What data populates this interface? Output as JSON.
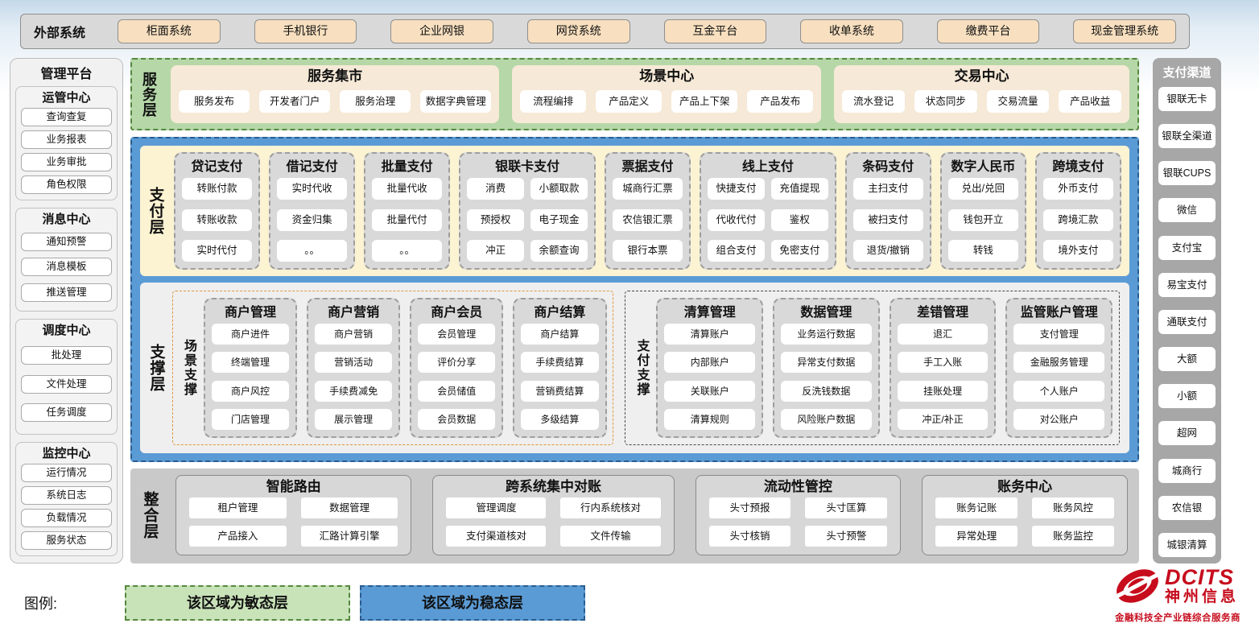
{
  "colors": {
    "agile_green": "#b6d7a8",
    "stable_blue": "#5b9bd5",
    "pay_cream": "#fcf3d2",
    "column_gray": "#d9d9d9",
    "external_tan": "#f7dfbf",
    "scene_orange_border": "#e0963e",
    "brand_red": "#c60c1d"
  },
  "top_bar": {
    "title": "外部系统",
    "items": [
      "柜面系统",
      "手机银行",
      "企业网银",
      "网贷系统",
      "互金平台",
      "收单系统",
      "缴费平台",
      "现金管理系统"
    ]
  },
  "left_sidebar": {
    "title": "管理平台",
    "sections": [
      {
        "title": "运管中心",
        "items": [
          "查询查复",
          "业务报表",
          "业务审批",
          "角色权限"
        ]
      },
      {
        "title": "消息中心",
        "items": [
          "通知预警",
          "消息模板",
          "推送管理"
        ]
      },
      {
        "title": "调度中心",
        "items": [
          "批处理",
          "文件处理",
          "任务调度"
        ]
      },
      {
        "title": "监控中心",
        "items": [
          "运行情况",
          "系统日志",
          "负载情况",
          "服务状态"
        ]
      }
    ]
  },
  "service_layer": {
    "label": "服务层",
    "groups": [
      {
        "title": "服务集市",
        "items": [
          "服务发布",
          "开发者门户",
          "服务治理",
          "数据字典管理"
        ]
      },
      {
        "title": "场景中心",
        "items": [
          "流程编排",
          "产品定义",
          "产品上下架",
          "产品发布"
        ]
      },
      {
        "title": "交易中心",
        "items": [
          "流水登记",
          "状态同步",
          "交易流量",
          "产品收益"
        ]
      }
    ]
  },
  "pay_layer": {
    "label": "支付层",
    "columns": [
      {
        "title": "贷记支付",
        "cols": 1,
        "items": [
          "转账付款",
          "转账收款",
          "实时代付"
        ]
      },
      {
        "title": "借记支付",
        "cols": 1,
        "items": [
          "实时代收",
          "资金归集",
          "。。"
        ]
      },
      {
        "title": "批量支付",
        "cols": 1,
        "items": [
          "批量代收",
          "批量代付",
          "。。"
        ]
      },
      {
        "title": "银联卡支付",
        "cols": 2,
        "items": [
          "消费",
          "小额取款",
          "预授权",
          "电子现金",
          "冲正",
          "余额查询"
        ]
      },
      {
        "title": "票据支付",
        "cols": 1,
        "items": [
          "城商行汇票",
          "农信银汇票",
          "银行本票"
        ]
      },
      {
        "title": "线上支付",
        "cols": 2,
        "items": [
          "快捷支付",
          "充值提现",
          "代收代付",
          "鉴权",
          "组合支付",
          "免密支付"
        ]
      },
      {
        "title": "条码支付",
        "cols": 1,
        "items": [
          "主扫支付",
          "被扫支付",
          "退货/撤销"
        ]
      },
      {
        "title": "数字人民币",
        "cols": 1,
        "items": [
          "兑出/兑回",
          "钱包开立",
          "转钱"
        ]
      },
      {
        "title": "跨境支付",
        "cols": 1,
        "items": [
          "外币支付",
          "跨境汇款",
          "境外支付"
        ]
      }
    ]
  },
  "support_layer": {
    "label": "支撑层",
    "groups": [
      {
        "label": "场景支撑",
        "style": "orange",
        "columns": [
          {
            "title": "商户管理",
            "items": [
              "商户进件",
              "终端管理",
              "商户风控",
              "门店管理"
            ]
          },
          {
            "title": "商户营销",
            "items": [
              "商户营销",
              "营销活动",
              "手续费减免",
              "展示管理"
            ]
          },
          {
            "title": "商户会员",
            "items": [
              "会员管理",
              "评价分享",
              "会员储值",
              "会员数据"
            ]
          },
          {
            "title": "商户结算",
            "items": [
              "商户结算",
              "手续费结算",
              "营销费结算",
              "多级结算"
            ]
          }
        ]
      },
      {
        "label": "支付支撑",
        "style": "dark",
        "columns": [
          {
            "title": "清算管理",
            "items": [
              "清算账户",
              "内部账户",
              "关联账户",
              "清算规则"
            ]
          },
          {
            "title": "数据管理",
            "items": [
              "业务运行数据",
              "异常支付数据",
              "反洗钱数据",
              "风险账户数据"
            ]
          },
          {
            "title": "差错管理",
            "items": [
              "退汇",
              "手工入账",
              "挂账处理",
              "冲正/补正"
            ]
          },
          {
            "title": "监管账户管理",
            "items": [
              "支付管理",
              "金融服务管理",
              "个人账户",
              "对公账户"
            ]
          }
        ]
      }
    ]
  },
  "integration_layer": {
    "label": "整合层",
    "groups": [
      {
        "title": "智能路由",
        "items": [
          "租户管理",
          "数据管理",
          "产品接入",
          "汇路计算引擎"
        ]
      },
      {
        "title": "跨系统集中对账",
        "items": [
          "管理调度",
          "行内系统核对",
          "支付渠道核对",
          "文件传输"
        ]
      },
      {
        "title": "流动性管控",
        "items": [
          "头寸预报",
          "头寸匡算",
          "头寸核销",
          "头寸预警"
        ]
      },
      {
        "title": "账务中心",
        "items": [
          "账务记账",
          "账务风控",
          "异常处理",
          "账务监控"
        ]
      }
    ]
  },
  "right_sidebar": {
    "title": "支付渠道",
    "items": [
      "银联无卡",
      "银联全渠道",
      "银联CUPS",
      "微信",
      "支付宝",
      "易宝支付",
      "通联支付",
      "大额",
      "小额",
      "超网",
      "城商行",
      "农信银",
      "城银清算"
    ]
  },
  "legend": {
    "label": "图例:",
    "agile": "该区域为敏态层",
    "stable": "该区域为稳态层"
  },
  "logo": {
    "brand": "DCITS",
    "company": "神州信息",
    "tagline": "金融科技全产业链综合服务商"
  }
}
